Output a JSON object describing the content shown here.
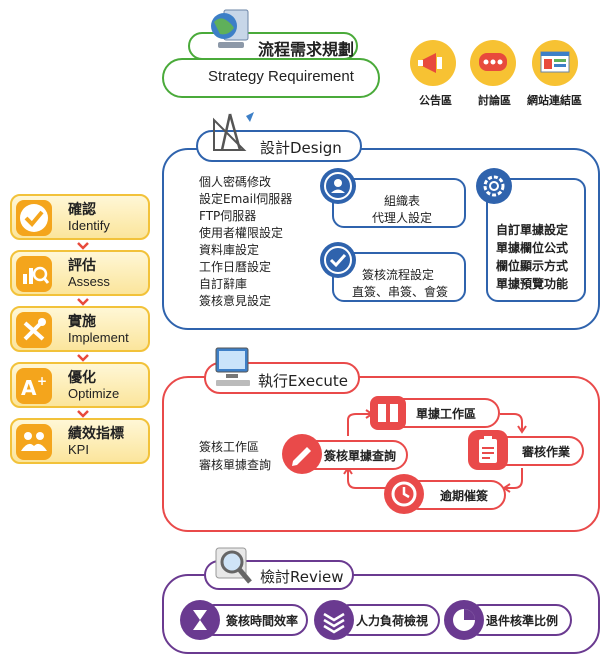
{
  "strategy": {
    "title": "流程需求規劃",
    "subtitle": "Strategy Requirement"
  },
  "top_icons": [
    {
      "label": "公告區",
      "icon": "megaphone-icon"
    },
    {
      "label": "討論區",
      "icon": "chat-bubble-icon"
    },
    {
      "label": "網站連結區",
      "icon": "website-icon"
    }
  ],
  "stages": [
    {
      "title": "確認",
      "sub": "Identify",
      "icon": "check-icon"
    },
    {
      "title": "評估",
      "sub": "Assess",
      "icon": "chart-search-icon"
    },
    {
      "title": "實施",
      "sub": "Implement",
      "icon": "tools-icon"
    },
    {
      "title": "優化",
      "sub": "Optimize",
      "icon": "a-plus-icon"
    },
    {
      "title": "績效指標",
      "sub": "KPI",
      "icon": "team-icon"
    }
  ],
  "design": {
    "title": "設計Design",
    "list": [
      "個人密碼修改",
      "設定Email伺服器",
      "FTP伺服器",
      "使用者權限設定",
      "資料庫設定",
      "工作日曆設定",
      "自訂辭庫",
      "簽核意見設定"
    ],
    "box_org": [
      "組織表",
      "代理人設定"
    ],
    "box_flow": [
      "簽核流程設定",
      "直簽、串簽、會簽"
    ],
    "box_form": [
      "自訂單據設定",
      "單據欄位公式",
      "欄位顯示方式",
      "單據預覽功能"
    ]
  },
  "execute": {
    "title": "執行Execute",
    "list": [
      "簽核工作區",
      "審核單據查詢"
    ],
    "cycle": {
      "top": "單據工作區",
      "right": "審核作業",
      "bottom": "逾期催簽",
      "left": "簽核單據查詢"
    }
  },
  "review": {
    "title": "檢討Review",
    "items": [
      "簽核時間效率",
      "人力負荷檢視",
      "退件核準比例"
    ]
  },
  "colors": {
    "green": "#4aaa3a",
    "blue": "#2f63ad",
    "red": "#e94a4a",
    "purple": "#6a3a90",
    "orange": "#f4a51c"
  }
}
